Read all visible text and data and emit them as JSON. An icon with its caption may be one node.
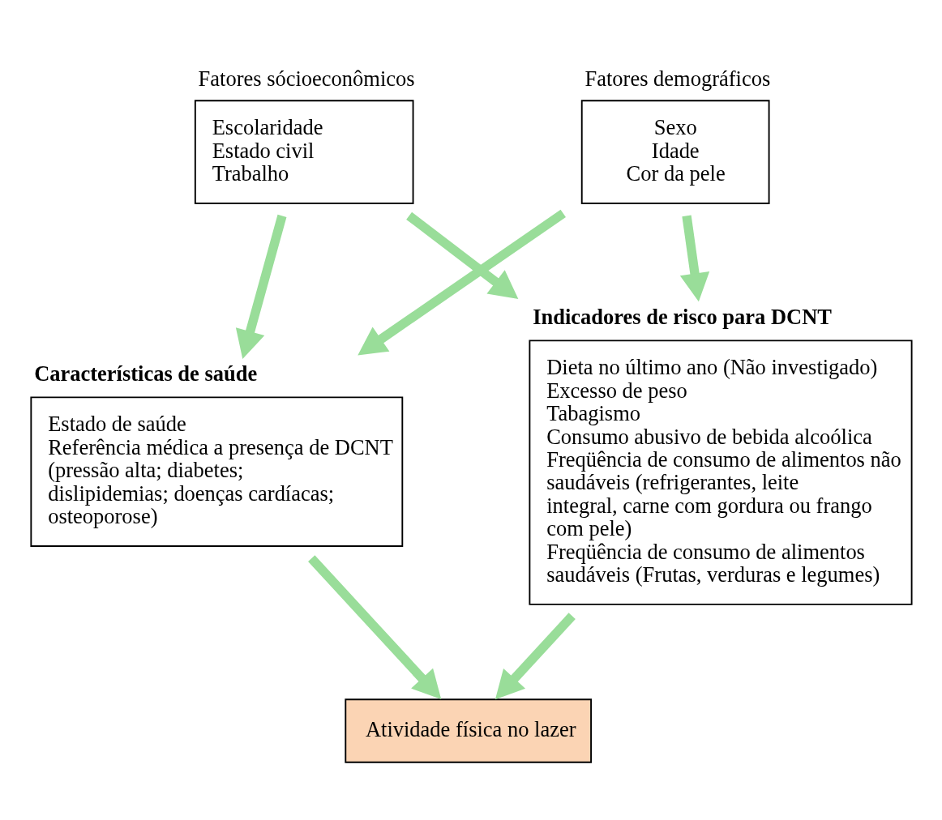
{
  "diagram": {
    "nodes": [
      {
        "text": [
          "Fatores sócioeconômicos",
          "Escolaridade",
          "Estado civil",
          "Trabalho"
        ]
      },
      {
        "text": [
          "Fatores demográficos",
          "Sexo",
          "Idade",
          "Cor da pele"
        ]
      },
      {
        "text": [
          "Características de saúde",
          "Estado de saúde",
          "Referência médica a presença de DCNT (pressão alta; diabetes; dislipidemias; doenças cardíacas; osteoporose)"
        ]
      },
      {
        "text": [
          "Indicadores de risco para DCNT",
          "Dieta no último ano (Não investigado)",
          "Excesso de peso",
          "Tabagismo",
          "Consumo abusivo de bebida alcoólica",
          "Freqüência de consumo de alimentos não saudáveis (refrigerantes, leite integral, carne com gordura ou frango com pele)",
          "Freqüência de consumo de alimentos saudáveis (Frutas, verduras e legumes)"
        ]
      },
      {
        "text": [
          "Atividade física no lazer"
        ]
      }
    ],
    "edges": [
      {
        "from": 0,
        "to": 2,
        "arrow": "to"
      },
      {
        "from": 0,
        "to": 3,
        "arrow": "to"
      },
      {
        "from": 1,
        "to": 2,
        "arrow": "to"
      },
      {
        "from": 1,
        "to": 3,
        "arrow": "to"
      },
      {
        "from": 2,
        "to": 4,
        "arrow": "to"
      },
      {
        "from": 3,
        "to": 4,
        "arrow": "to"
      }
    ]
  }
}
